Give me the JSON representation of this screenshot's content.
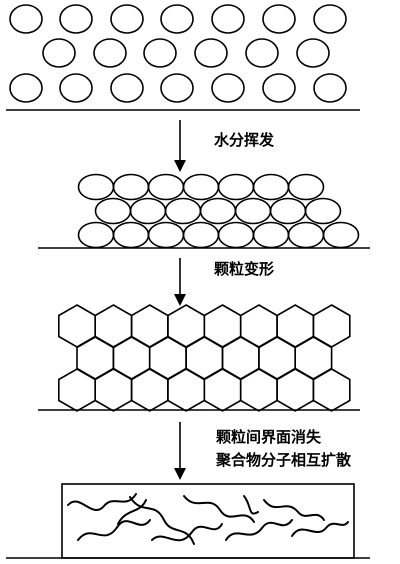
{
  "steps": {
    "water_evaporation": "水分挥发",
    "particle_deformation": "颗粒变形",
    "interface_disappear": "颗粒间界面消失",
    "polymer_diffusion": "聚合物分子相互扩散"
  },
  "colors": {
    "stroke": "#000000",
    "background": "#ffffff"
  },
  "icons": {
    "arrow": "down-arrow-icon"
  }
}
